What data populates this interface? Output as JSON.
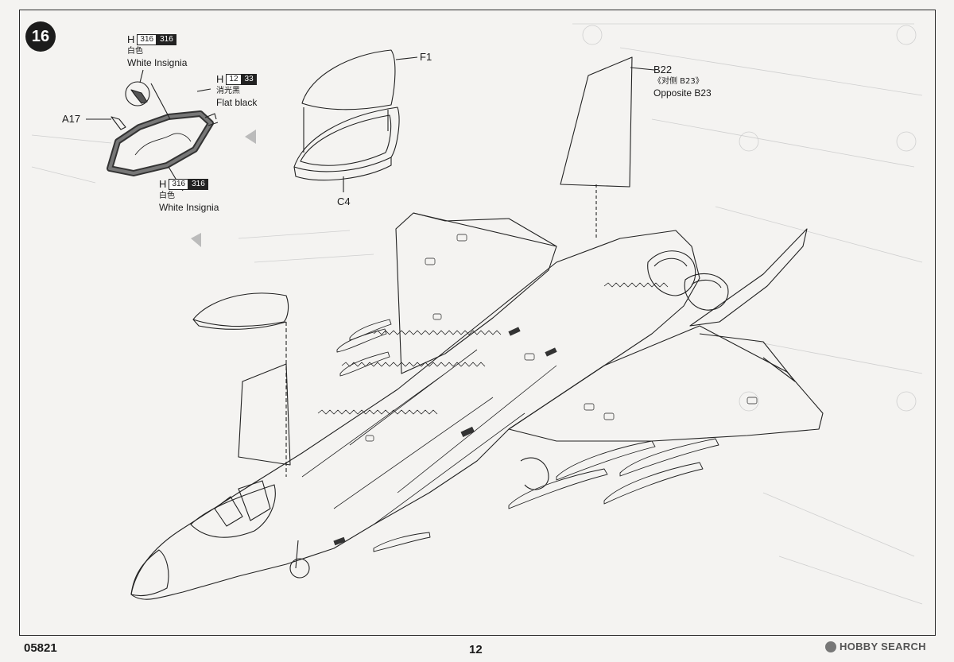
{
  "step_number": "16",
  "callouts": {
    "h_top": {
      "letter": "H",
      "codes": [
        "316",
        "316"
      ],
      "zh": "白色",
      "en": "White Insignia"
    },
    "h_mid": {
      "letter": "H",
      "codes": [
        "12",
        "33"
      ],
      "zh": "消光黑",
      "en": "Flat black"
    },
    "h_low": {
      "letter": "H",
      "codes": [
        "316",
        "316"
      ],
      "zh": "白色",
      "en": "White Insignia"
    },
    "b22": {
      "part": "B22",
      "zh": "《对侧 B23》",
      "en": "Opposite B23"
    }
  },
  "parts": {
    "a17": "A17",
    "f1": "F1",
    "c4": "C4"
  },
  "footer": {
    "code": "05821",
    "page": "12"
  },
  "watermark": "HOBBY SEARCH",
  "colors": {
    "ink": "#1a1a1a",
    "paper": "#f4f3f1",
    "canopy_frame": "#3a3a3a"
  }
}
